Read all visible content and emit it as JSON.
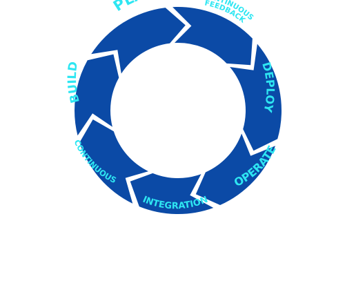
{
  "diagram": {
    "colors": {
      "segment_fill": "#0b4aa6",
      "label_text": "#2ee6f2",
      "background": "#ffffff"
    },
    "segments": [
      {
        "label": "PLAN"
      },
      {
        "label_line1": "CONTINUOUS",
        "label_line2": "FEEDBACK"
      },
      {
        "label": "DEPLOY"
      },
      {
        "label": "OPERATE"
      },
      {
        "label": "INTEGRATION"
      },
      {
        "label": "CONTINUOUS"
      },
      {
        "label": "BUILD"
      }
    ]
  }
}
